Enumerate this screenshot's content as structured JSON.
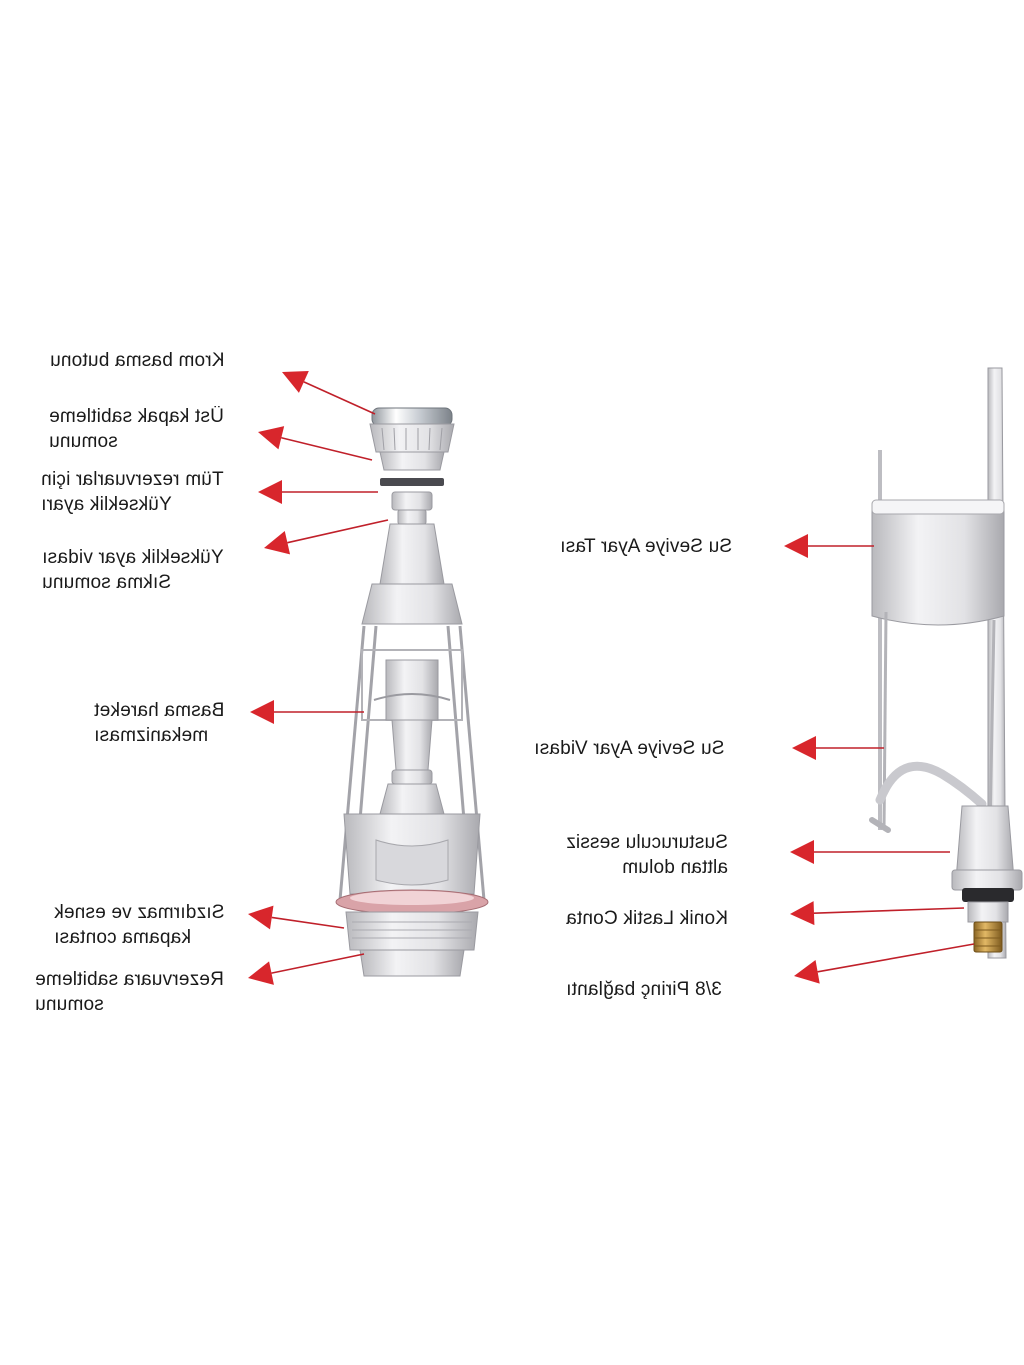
{
  "colors": {
    "arrow": "#d8262c",
    "leader_line": "#c0202a",
    "plastic": "#e4e4e6",
    "plastic_shadow": "#b9b9bd",
    "chrome": "#cfd3d8",
    "gasket": "#d9a3a8",
    "brass": "#b88a3c"
  },
  "mirrored": true,
  "flush_valve": {
    "name": "flush-valve",
    "labels": [
      {
        "id": "chrome-button",
        "lines": [
          "Krom basma butonu"
        ]
      },
      {
        "id": "top-cover-nut",
        "lines": [
          "Üst kapak sabitleme",
          "somunu"
        ]
      },
      {
        "id": "height-adjust",
        "lines": [
          "Tüm rezervuarlar için",
          "Yükseklik  ayarı"
        ]
      },
      {
        "id": "height-screw-nut",
        "lines": [
          "Yükseklik ayar vidası",
          "Sıkma somunu"
        ]
      },
      {
        "id": "push-mechanism",
        "lines": [
          "Basma hareket",
          "mekanizması"
        ]
      },
      {
        "id": "sealing-gasket",
        "lines": [
          "Sızdırmaz ve esnek",
          "kapama contası"
        ]
      },
      {
        "id": "tank-fixing-nut",
        "lines": [
          "Rezervuara sabitleme",
          "somunu"
        ]
      }
    ]
  },
  "fill_valve": {
    "name": "fill-valve",
    "labels": [
      {
        "id": "level-float",
        "lines": [
          "Su Seviye Ayar Tası"
        ]
      },
      {
        "id": "level-screw",
        "lines": [
          "Su Seviye Ayar  Vidası"
        ]
      },
      {
        "id": "silent-fill",
        "lines": [
          "Susturuculu sessiz",
          "alttan dolum"
        ]
      },
      {
        "id": "conical-gasket",
        "lines": [
          "Konik Lastik Conta"
        ]
      },
      {
        "id": "brass-connection",
        "lines": [
          "3/8 Pirinç bağlantı"
        ]
      }
    ]
  }
}
